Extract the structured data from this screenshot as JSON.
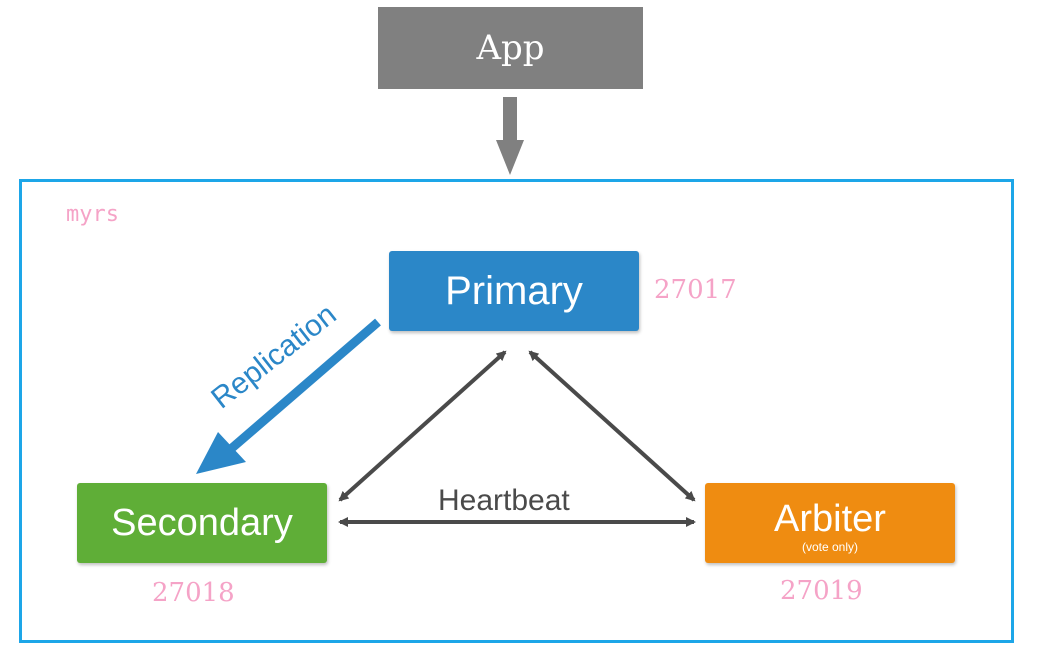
{
  "app": {
    "label": "App"
  },
  "replica_set": {
    "name": "myrs"
  },
  "nodes": {
    "primary": {
      "label": "Primary",
      "port": "27017",
      "color": "#2b87c8"
    },
    "secondary": {
      "label": "Secondary",
      "port": "27018",
      "color": "#5fae37"
    },
    "arbiter": {
      "label": "Arbiter",
      "sublabel": "(vote only)",
      "port": "27019",
      "color": "#ef8c11"
    }
  },
  "edges": {
    "replication": {
      "label": "Replication",
      "color": "#2b87c8"
    },
    "heartbeat": {
      "label": "Heartbeat",
      "color": "#4a4a4a"
    },
    "app_to_set": {
      "color": "#808080"
    }
  },
  "colors": {
    "frame": "#1da6e8",
    "annotation": "#f5a3c7"
  }
}
